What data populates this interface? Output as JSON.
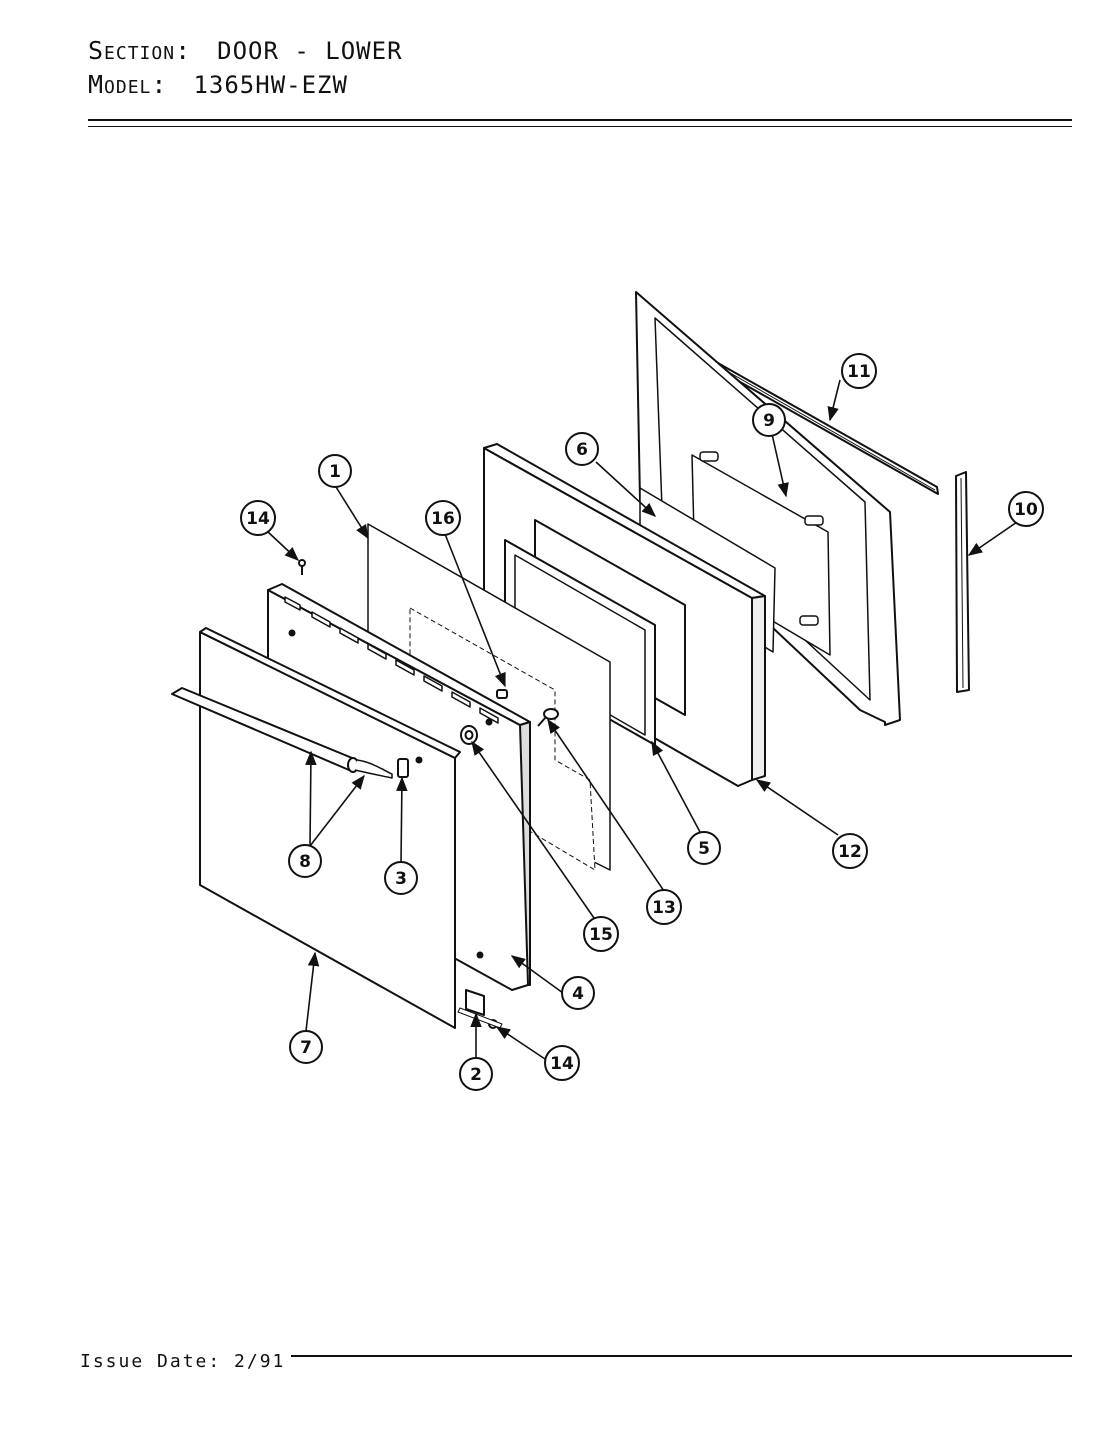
{
  "header": {
    "section_label": "Section:",
    "section_value": "DOOR - LOWER",
    "model_label": "Model:",
    "model_value": "1365HW-EZW"
  },
  "footer": {
    "issue_date": "Issue Date: 2/91"
  },
  "callouts": {
    "c1": "1",
    "c2": "2",
    "c3": "3",
    "c4": "4",
    "c5": "5",
    "c6": "6",
    "c7": "7",
    "c8": "8",
    "c9": "9",
    "c10": "10",
    "c11": "11",
    "c12": "12",
    "c13": "13",
    "c14a": "14",
    "c14b": "14",
    "c15": "15",
    "c16": "16"
  }
}
